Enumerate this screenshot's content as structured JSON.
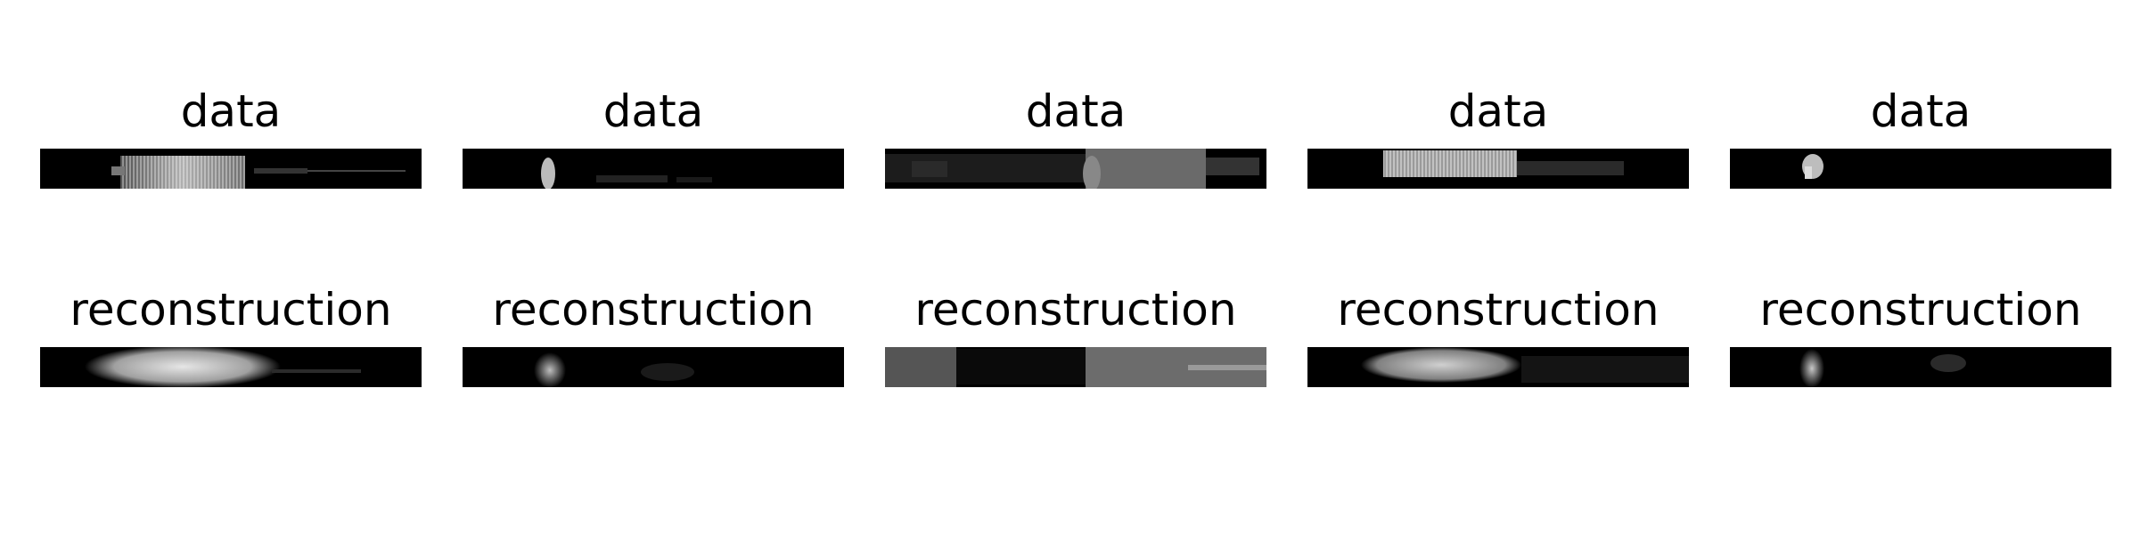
{
  "figure": {
    "background": "#ffffff",
    "image_colormap": "grayscale",
    "rows": [
      {
        "row": "data",
        "panels": [
          {
            "title": "data"
          },
          {
            "title": "data"
          },
          {
            "title": "data"
          },
          {
            "title": "data"
          },
          {
            "title": "data"
          }
        ]
      },
      {
        "row": "reconstruction",
        "panels": [
          {
            "title": "reconstruction"
          },
          {
            "title": "reconstruction"
          },
          {
            "title": "reconstruction"
          },
          {
            "title": "reconstruction"
          },
          {
            "title": "reconstruction"
          }
        ]
      }
    ]
  }
}
